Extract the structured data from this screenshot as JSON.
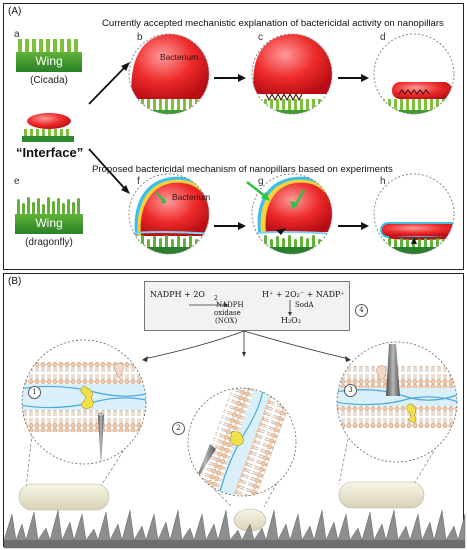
{
  "panel_a": {
    "label": "(A)",
    "heading_top": "Currently accepted mechanistic explanation of bactericidal activity on nanopillars",
    "heading_bottom": "Proposed bactericidal mechanism of nanopillars based on experiments",
    "letters": [
      "a",
      "b",
      "c",
      "d",
      "e",
      "f",
      "g",
      "h"
    ],
    "wing_label": "Wing",
    "cicada_label": "(Cicada)",
    "dragonfly_label": "(dragonfly)",
    "interface_label": "“Interface”",
    "bacterium_label": "Bacterium"
  },
  "panel_b": {
    "label": "(B)",
    "equation": {
      "reactants": "NADPH  +  2O",
      "sub2": "2",
      "enzyme_line1": "NADPH",
      "enzyme_line2": "oxidase",
      "enzyme_line3": "(NOX)",
      "h_plus": "H⁺  +  2O₂⁻  +  NADP⁺",
      "soda": "SodA",
      "product": "H₂O₂",
      "step": "4"
    },
    "circle_numbers": [
      "1",
      "2",
      "3"
    ]
  },
  "colors": {
    "pillar_green": "#7cbf3a",
    "wing_green": "#2f8a2f",
    "bacterium_red": "#e8222b",
    "membrane_blue": "#bfe6f5"
  }
}
